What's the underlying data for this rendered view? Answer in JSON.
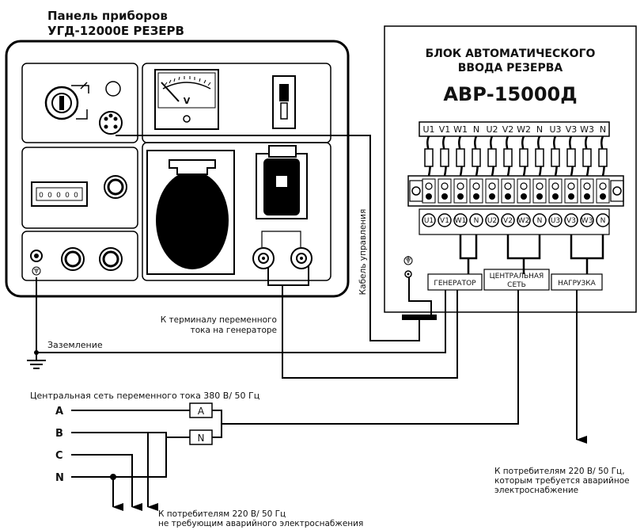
{
  "panel": {
    "title_line1": "Панель приборов",
    "title_line2": "УГД-12000Е РЕЗЕРВ",
    "meter_letter": "V",
    "counter_digits": [
      "0",
      "0",
      "0",
      "0",
      "0"
    ]
  },
  "avr": {
    "title_line1": "БЛОК АВТОМАТИЧЕСКОГО",
    "title_line2": "ВВОДА РЕЗЕРВА",
    "model": "АВР-15000Д",
    "terminal_labels": [
      "U1",
      "V1",
      "W1",
      "N",
      "U2",
      "V2",
      "W2",
      "N",
      "U3",
      "V3",
      "W3",
      "N"
    ],
    "groups": {
      "generator": "ГЕНЕРАТОР",
      "grid_line1": "ЦЕНТРАЛЬНАЯ",
      "grid_line2": "СЕТЬ",
      "load": "НАГРУЗКА"
    }
  },
  "labels": {
    "control_cable": "Кабель управления",
    "to_ac_terminal_line1": "К терминалу переменного",
    "to_ac_terminal_line2": "тока на генераторе",
    "ground": "Заземление",
    "grid": "Центральная сеть переменного тока 380 В/ 50 Гц",
    "phase_a": "A",
    "phase_b": "B",
    "phase_c": "C",
    "phase_n": "N",
    "box_a": "A",
    "box_n": "N",
    "consumers_emergency_line1": "К потребителям 220 В/ 50 Гц,",
    "consumers_emergency_line2": "которым требуется аварийное",
    "consumers_emergency_line3": "электроснабжение",
    "consumers_non_emergency_line1": "К потребителям 220 В/ 50 Гц",
    "consumers_non_emergency_line2": "не требующим аварийного электроснабжения"
  }
}
